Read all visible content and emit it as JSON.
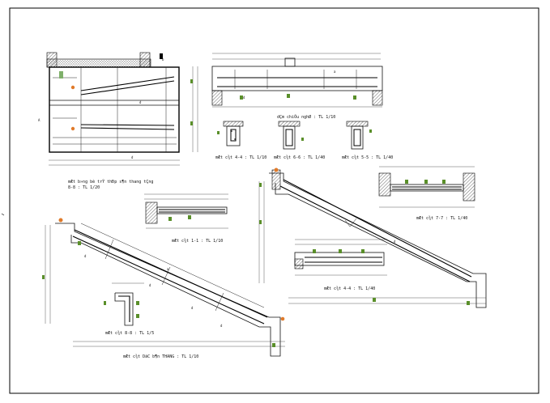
{
  "captions": {
    "plan": "mÆt b»ng bè trÝ thÐp s¶n thang tÇng",
    "plan_scale": "8-8 : TL 1/20",
    "beam_long": "dÇm chiÕu nghØ : TL 1/10",
    "sec44_small": "mÆt c¾t 4-4 : TL 1/10",
    "sec66_small": "mÆt c¾t 6-6 : TL 1/40",
    "sec55_small": "mÆt c¾t 5-5 : TL 1/40",
    "sec11": "mÆt c¾t 1-1 : TL 1/10",
    "sec77": "mÆt c¾t 7-7 : TL 1/40",
    "sec44": "mÆt c¾t 4-4 : TL 1/40",
    "sec88": "mÆt c¾t 8-8 : TL 1/5",
    "stair_main": "mÆt c¾t DäC b¶n THANG : TL 1/10"
  },
  "colors": {
    "line": "#000000",
    "rebar_marker": "#e07a2a",
    "anchor_marker": "#5a8f2a",
    "arrow_marker": "#7fb06a"
  },
  "icons": {
    "weld_marker": "orange-bullet-icon",
    "grid_bubble": "green-square-icon"
  }
}
